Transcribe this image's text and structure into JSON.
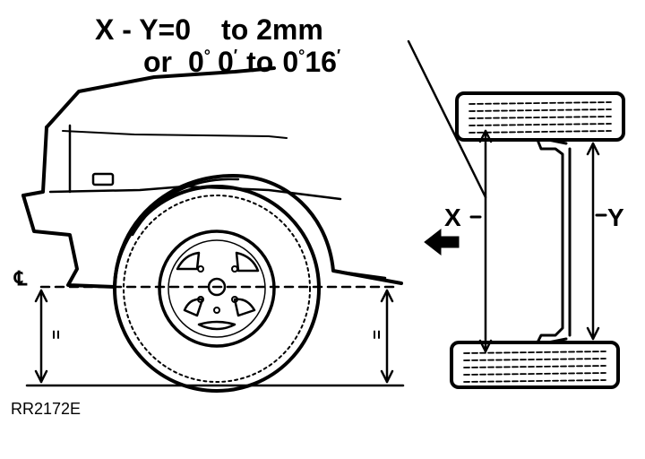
{
  "header": {
    "line1": {
      "lhs": "X - Y",
      "eq": "=",
      "val": "0",
      "rest": "to 2mm"
    },
    "line2": {
      "prefix": "or",
      "a": "0",
      "a_sup": "°",
      "b": "0",
      "b_sup": "′",
      "mid": "to",
      "c": "0",
      "c_sup": "°",
      "d": "16",
      "d_sup": "′"
    }
  },
  "labels": {
    "x": "X",
    "y": "Y",
    "centre_line": "℄",
    "equal_left": "=",
    "equal_right": "="
  },
  "reference": "RR2172E",
  "icons": {
    "direction_arrow": "arrow-left-icon"
  }
}
